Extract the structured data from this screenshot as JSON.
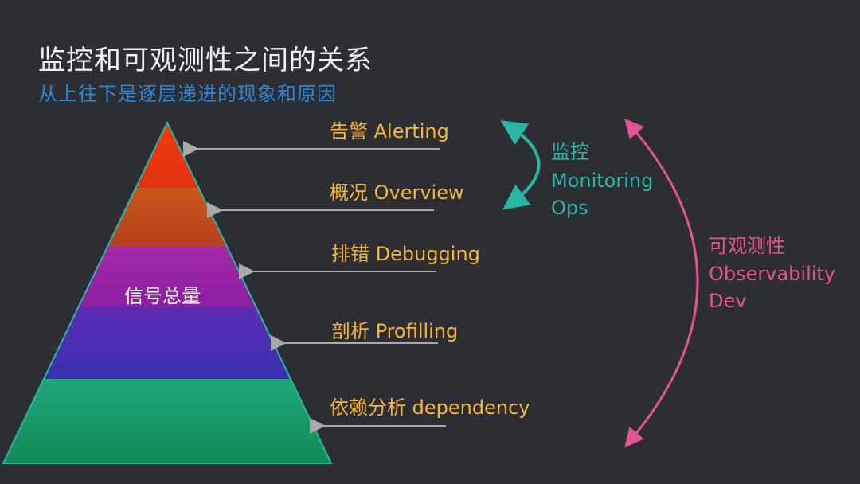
{
  "title": "监控和可观测性之间的关系",
  "subtitle": "从上往下是逐层递进的现象和原因",
  "pyramid_label": "信号总量",
  "levels": [
    {
      "label": "告警 Alerting"
    },
    {
      "label": "概况 Overview"
    },
    {
      "label": "排错 Debugging"
    },
    {
      "label": "剖析 Profilling"
    },
    {
      "label": "依赖分析 dependency"
    }
  ],
  "monitoring": {
    "line1": "监控",
    "line2": "Monitoring",
    "line3": "Ops"
  },
  "observability": {
    "line1": "可观测性",
    "line2": "Observability",
    "line3": "Dev"
  },
  "colors": {
    "background": "#2d2e33",
    "title": "#f2f2f2",
    "subtitle": "#2e86d6",
    "level_text": "#f4b63c",
    "monitoring": "#29b6a6",
    "observability": "#e0558f",
    "arrow": "#a9a9a9",
    "pyramid_bands": [
      "#e8320d",
      "#c24b16",
      "#a21fa6",
      "#4a2ab0",
      "#16a06a"
    ],
    "pyramid_outline": "#2bb5a6"
  }
}
